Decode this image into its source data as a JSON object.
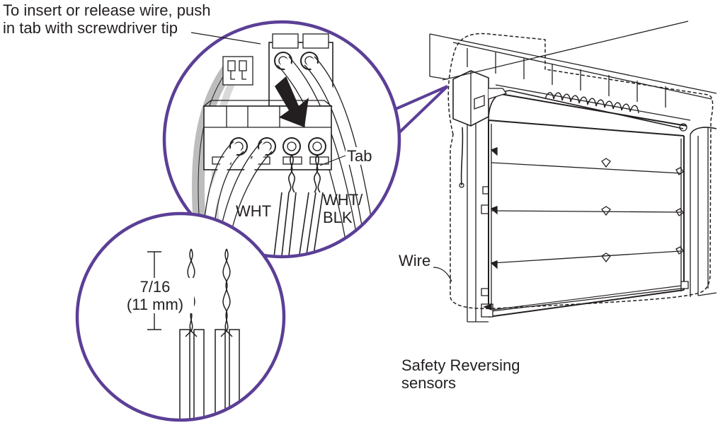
{
  "callouts": {
    "instruction_line1": "To insert or release wire, push",
    "instruction_line2": "in tab with screwdriver tip",
    "tab": "Tab",
    "wht": "WHT",
    "wht_blk_line1": "WHT/",
    "wht_blk_line2": "BLK",
    "strip_length_line1": "7/16",
    "strip_length_line2": "(11 mm)",
    "wire": "Wire",
    "sensors_line1": "Safety Reversing",
    "sensors_line2": "sensors"
  },
  "colors": {
    "ink": "#231f20",
    "callout_circle": "#5b3f96",
    "wire_gray": "#bdbdbd"
  }
}
